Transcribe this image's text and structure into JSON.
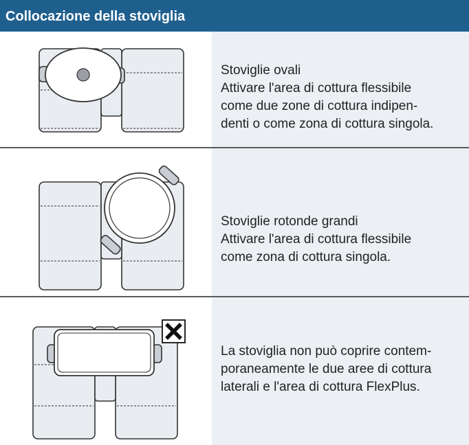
{
  "header": {
    "title": "Collocazione della stoviglia"
  },
  "rows": [
    {
      "lines": [
        "Stoviglie ovali",
        "Attivare l'area di cottura flessibile",
        "come due zone di cottura indipen-",
        "denti o come zona di cottura singola."
      ],
      "cookware": "oval-pot",
      "allowed": true
    },
    {
      "lines": [
        "Stoviglie rotonde grandi",
        "Attivare l'area di cottura flessibile",
        "come zona di cottura singola."
      ],
      "cookware": "round-pot",
      "allowed": true
    },
    {
      "lines": [
        "La stoviglia non può coprire contem-",
        "poraneamente le due aree di cottura",
        "laterali e l'area di cottura FlexPlus."
      ],
      "cookware": "rectangular-pan",
      "allowed": false
    }
  ],
  "icons": {
    "not_allowed": "cross-mark-icon"
  },
  "colors": {
    "header_bg": "#1f5f8e",
    "text_bg": "#eceff3",
    "zone_fill": "#e9ecf0"
  }
}
